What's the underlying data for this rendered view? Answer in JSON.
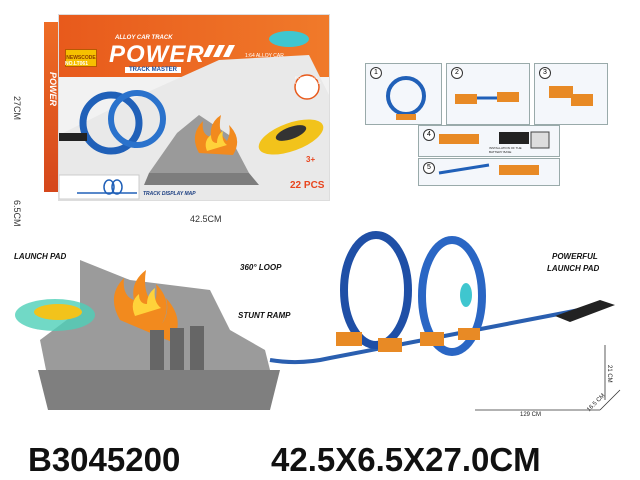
{
  "box": {
    "brand": "NEWSCODE",
    "item_no": "NO.LT061",
    "subtitle": "ALLOY CAR TRACK",
    "title": "POWER",
    "tag": "TRACK MASTER",
    "car_scale": "1:64 ALLOY CAR",
    "launch_label": "POWERFUL LAUNCH PAD",
    "age": "3+",
    "pieces": "22 PCS",
    "map_label": "TRACK DISPLAY MAP",
    "side_text": "POWER"
  },
  "dimensions": {
    "height": "27CM",
    "depth": "6.5CM",
    "width": "42.5CM"
  },
  "steps": {
    "n1": "1",
    "n2": "2",
    "n3": "3",
    "n4": "4",
    "n5": "5",
    "note": "INSTALLATION OF THE BATTERY BASE"
  },
  "labels": {
    "launch_pad": "LAUNCH PAD",
    "loop": "360° LOOP",
    "stunt_ramp": "STUNT RAMP",
    "powerful_1": "POWERFUL",
    "powerful_2": "LAUNCH PAD"
  },
  "track_dims": {
    "length": "129 CM",
    "width": "16.5 CM",
    "height": "21 CM"
  },
  "footer": {
    "code": "B3045200",
    "size": "42.5X6.5X27.0CM"
  },
  "colors": {
    "orange": "#ee6c25",
    "track_blue": "#1f4fa6",
    "ramp_grey": "#8c8c8c",
    "flame": "#f28a1e"
  }
}
